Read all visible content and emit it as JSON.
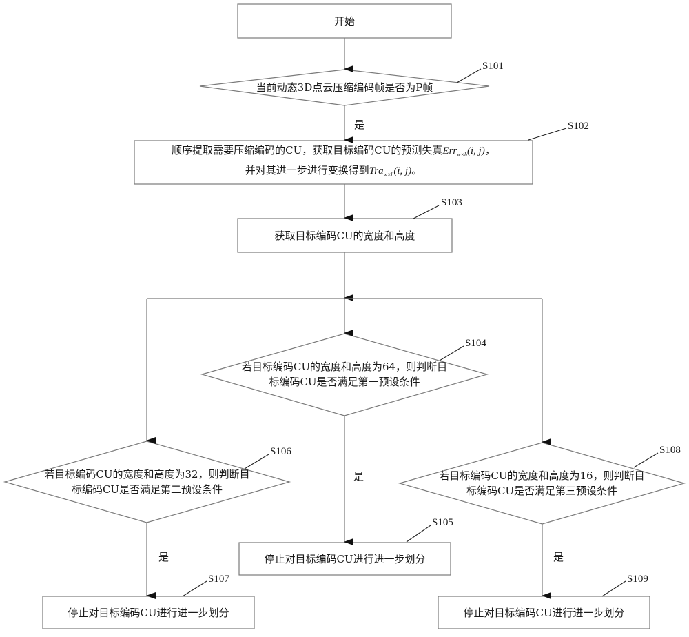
{
  "diagram": {
    "start": {
      "id": "start",
      "text": "开始"
    },
    "s101": {
      "label": "S101",
      "text": "当前动态3D点云压缩编码帧是否为P帧"
    },
    "s102": {
      "label": "S102",
      "line1_prefix": "顺序提取需要压缩编码的CU，获取目标编码CU的预测失真",
      "line1_math": "Err",
      "line1_sub": "w×h",
      "line1_args": "(i, j)",
      "line1_suffix": "，",
      "line2_prefix": "并对其进一步进行变换得到",
      "line2_math": "Tra",
      "line2_sub": "w×h",
      "line2_args": "(i, j)",
      "line2_suffix": "。"
    },
    "s103": {
      "label": "S103",
      "text": "获取目标编码CU的宽度和高度"
    },
    "s104": {
      "label": "S104",
      "line1": "若目标编码CU的宽度和高度为64，则判断目",
      "line2": "标编码CU是否满足第一预设条件"
    },
    "s105": {
      "label": "S105",
      "text": "停止对目标编码CU进行进一步划分"
    },
    "s106": {
      "label": "S106",
      "line1": "若目标编码CU的宽度和高度为32，则判断目",
      "line2": "标编码CU是否满足第二预设条件"
    },
    "s107": {
      "label": "S107",
      "text": "停止对目标编码CU进行进一步划分"
    },
    "s108": {
      "label": "S108",
      "line1": "若目标编码CU的宽度和高度为16，则判断目",
      "line2": "标编码CU是否满足第三预设条件"
    },
    "s109": {
      "label": "S109",
      "text": "停止对目标编码CU进行进一步划分"
    },
    "yes_label": "是",
    "edges": [
      {
        "from": "start",
        "to": "s101",
        "label": ""
      },
      {
        "from": "s101",
        "to": "s102",
        "label": "是"
      },
      {
        "from": "s102",
        "to": "s103",
        "label": ""
      },
      {
        "from": "s103",
        "to": "s104",
        "label": ""
      },
      {
        "from": "s103",
        "to": "s106",
        "label": ""
      },
      {
        "from": "s103",
        "to": "s108",
        "label": ""
      },
      {
        "from": "s104",
        "to": "s105",
        "label": "是"
      },
      {
        "from": "s106",
        "to": "s107",
        "label": "是"
      },
      {
        "from": "s108",
        "to": "s109",
        "label": "是"
      }
    ]
  }
}
